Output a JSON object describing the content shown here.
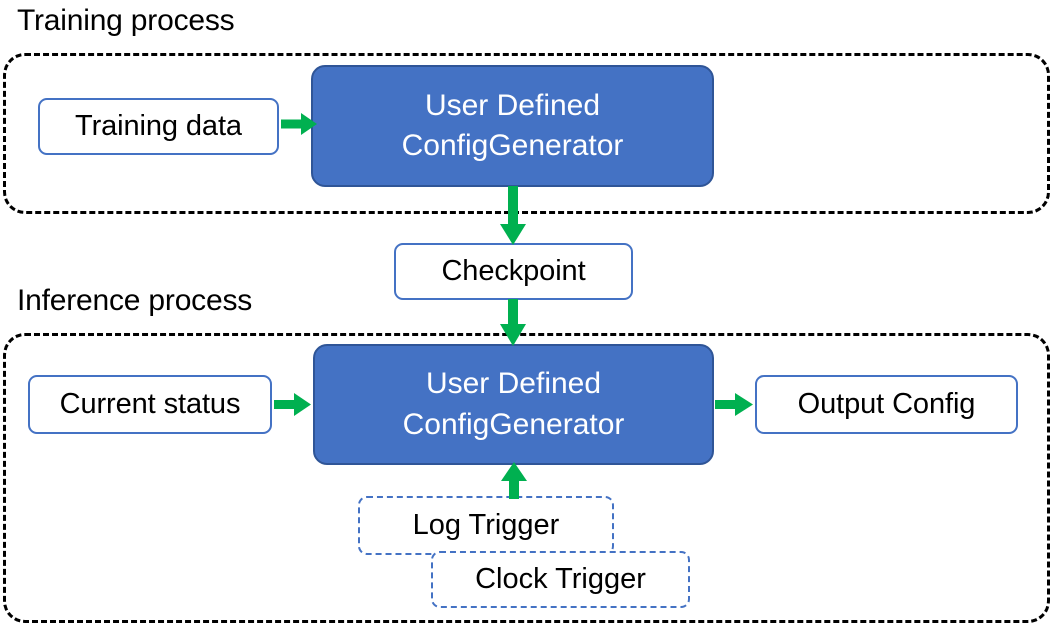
{
  "diagram": {
    "title_training": "Training process",
    "title_inference": "Inference process",
    "colors": {
      "process_fill": "#4472C4",
      "process_border": "#2F5597",
      "node_border": "#4472C4",
      "arrow": "#00B050",
      "container_border": "#000000",
      "text_dark": "#000000",
      "text_light": "#FFFFFF"
    }
  },
  "training": {
    "input": {
      "label": "Training data"
    },
    "generator": {
      "line1": "User Defined",
      "line2": "ConfigGenerator"
    }
  },
  "checkpoint": {
    "label": "Checkpoint"
  },
  "inference": {
    "input": {
      "label": "Current status"
    },
    "generator": {
      "line1": "User Defined",
      "line2": "ConfigGenerator"
    },
    "output": {
      "label": "Output Config"
    },
    "triggers": [
      {
        "label": "Log Trigger"
      },
      {
        "label": "Clock Trigger"
      }
    ]
  },
  "arrows": [
    {
      "name": "training-data-to-generator",
      "from": "Training data",
      "to": "User Defined ConfigGenerator",
      "direction": "right"
    },
    {
      "name": "generator-to-checkpoint",
      "from": "User Defined ConfigGenerator",
      "to": "Checkpoint",
      "direction": "down"
    },
    {
      "name": "checkpoint-to-inference-generator",
      "from": "Checkpoint",
      "to": "User Defined ConfigGenerator",
      "direction": "down"
    },
    {
      "name": "current-status-to-generator",
      "from": "Current status",
      "to": "User Defined ConfigGenerator",
      "direction": "right"
    },
    {
      "name": "generator-to-output-config",
      "from": "User Defined ConfigGenerator",
      "to": "Output Config",
      "direction": "right"
    },
    {
      "name": "triggers-to-generator",
      "from": "Log Trigger",
      "to": "User Defined ConfigGenerator",
      "direction": "up"
    }
  ]
}
